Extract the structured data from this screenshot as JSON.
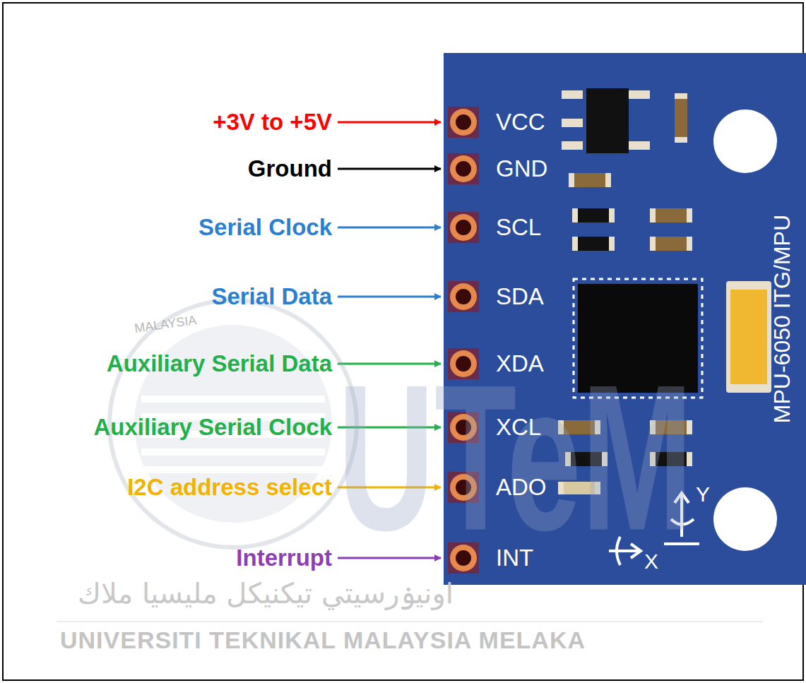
{
  "diagram": {
    "labels": [
      "+3V to +5V",
      "Ground",
      "Serial Clock",
      "Serial Data",
      "Auxiliary Serial Data",
      "Auxiliary Serial Clock",
      "I2C address select",
      "Interrupt",
      "VCC",
      "GND",
      "SCL",
      "SDA",
      "XDA",
      "XCL",
      "ADO",
      "INT",
      "MPU-6050 ITG/MPU",
      "Y",
      "X",
      "UTeM",
      "اونيۏرسيتي تيكنيكل مليسيا ملاك",
      "UNIVERSITI TEKNIKAL MALAYSIA MELAKA",
      "MALAYSIA"
    ]
  }
}
